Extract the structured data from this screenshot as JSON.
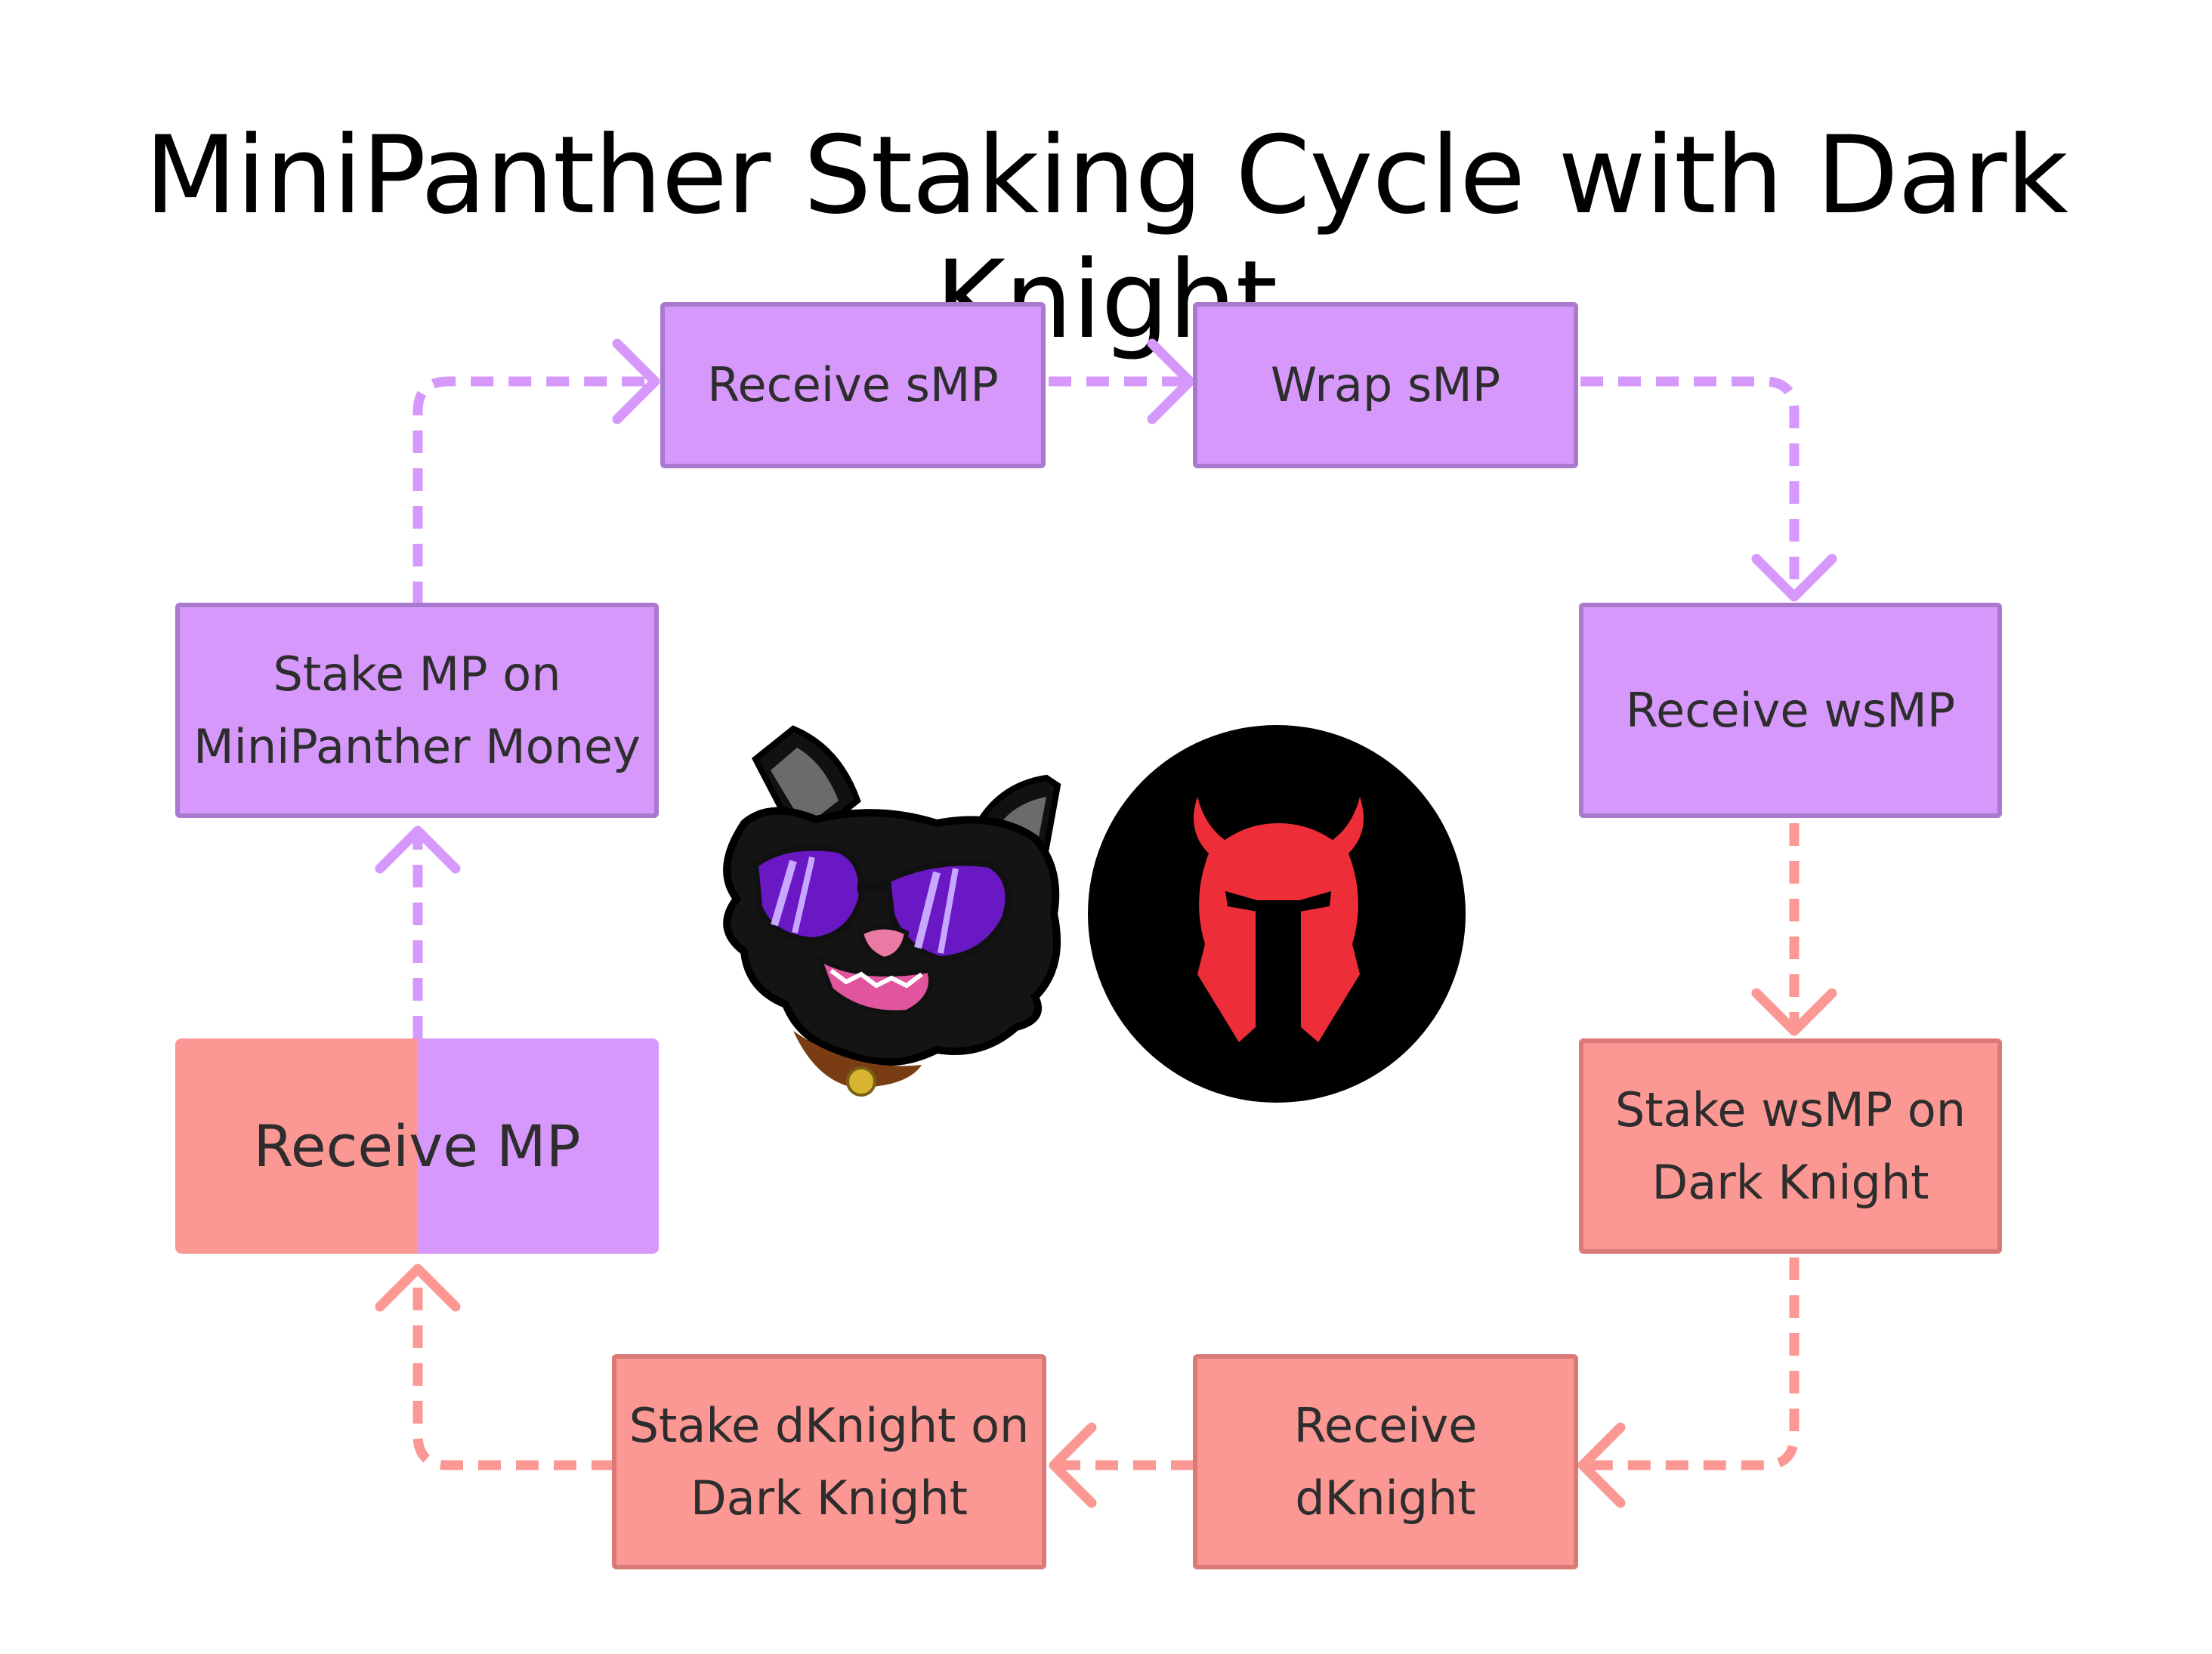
{
  "title": "MiniPanther Staking Cycle with Dark Knight",
  "colors": {
    "purple_fill": "#d699fb",
    "purple_border": "#a879cc",
    "red_fill": "#fb9893",
    "red_border": "#d97a76",
    "purple_arrow": "#d699fb",
    "red_arrow": "#fb9893"
  },
  "nodes": {
    "receive_smp": {
      "label": "Receive sMP"
    },
    "wrap_smp": {
      "label": "Wrap sMP"
    },
    "receive_wsmp": {
      "label": "Receive wsMP"
    },
    "stake_wsmp": {
      "line1": "Stake wsMP on",
      "line2": "Dark Knight"
    },
    "receive_dknight": {
      "line1": "Receive",
      "line2": "dKnight"
    },
    "stake_dknight": {
      "line1": "Stake dKnight on",
      "line2": "Dark Knight"
    },
    "receive_mp": {
      "label": "Receive MP"
    },
    "stake_mp": {
      "line1": "Stake MP on",
      "line2": "MiniPanther Money"
    }
  },
  "logos": {
    "left": "minipanther-cat-logo",
    "right": "dark-knight-helmet-logo"
  }
}
